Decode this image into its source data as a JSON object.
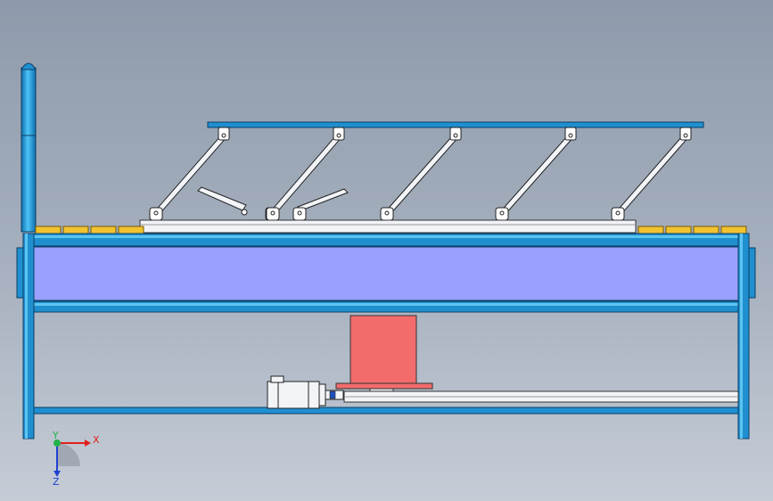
{
  "triad": {
    "x_label": "X",
    "y_label": "Y",
    "z_label": "Z"
  },
  "colors": {
    "frame_blue": "#1f8fd0",
    "frame_outline": "#0b3f66",
    "panel_fill": "#9aa0ff",
    "link_fill": "#f2f4f8",
    "slide_block": "#f26c6c",
    "pad_yellow": "#f2c230",
    "axis_x": "#e0201c",
    "axis_y": "#22b14c",
    "axis_z": "#2040d0"
  },
  "counts": {
    "hanger_links": 5,
    "left_pads": 4,
    "right_pads": 4
  }
}
